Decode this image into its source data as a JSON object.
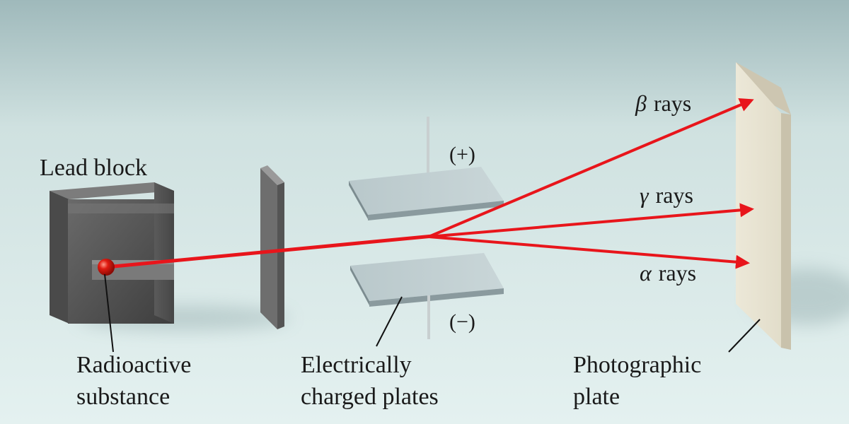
{
  "labels": {
    "lead_block": "Lead block",
    "radioactive_line1": "Radioactive",
    "radioactive_line2": "substance",
    "plates_line1": "Electrically",
    "plates_line2": "charged plates",
    "photo_line1": "Photographic",
    "photo_line2": "plate",
    "plus_sign": "(+)",
    "minus_sign": "(−)"
  },
  "rays": [
    {
      "symbol": "β",
      "text": "rays"
    },
    {
      "symbol": "γ",
      "text": "rays"
    },
    {
      "symbol": "α",
      "text": "rays"
    }
  ],
  "colors": {
    "ray": "#e8151b",
    "source": "#e01a10",
    "background_top": "#9fb9bb",
    "background_bottom": "#e4f1f0"
  }
}
